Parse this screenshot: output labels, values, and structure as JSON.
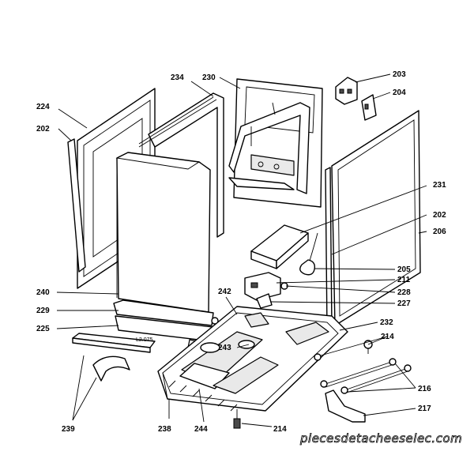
{
  "labels": {
    "l202a": "202",
    "l224": "224",
    "l234": "234",
    "l230": "230",
    "l203": "203",
    "l204": "204",
    "l231": "231",
    "l202b": "202",
    "l206": "206",
    "l205": "205",
    "l211": "211",
    "l228": "228",
    "l227": "227",
    "l240": "240",
    "l229": "229",
    "l225": "225",
    "l242": "242",
    "l232": "232",
    "l214a": "214",
    "l243": "243",
    "l216": "216",
    "l217": "217",
    "l239": "239",
    "l238": "238",
    "l244": "244",
    "l214b": "214"
  },
  "part_text": "L2.075",
  "watermark": "piecesdetacheeselec.com"
}
